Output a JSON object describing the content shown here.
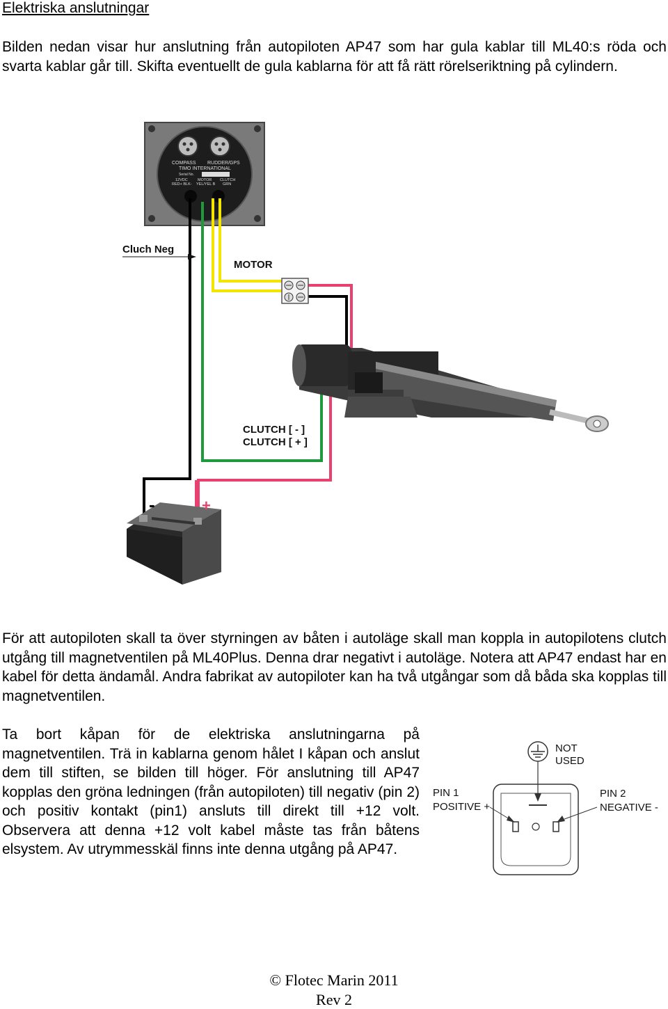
{
  "heading": "Elektriska anslutningar",
  "intro": "Bilden nedan visar hur anslutning från autopiloten AP47 som har gula kablar till ML40:s röda och svarta kablar går till. Skifta eventuellt de gula kablarna för att få rätt rörelseriktning på cylindern.",
  "wiring_diagram": {
    "panel_lines": [
      "COMPASS",
      "RUDDER/GPS",
      "TIMO INTERNATIONAL",
      "Serial No.",
      "12VDC",
      "RED+ BLK-",
      "MOTOR",
      "YEL/YEL B",
      "CLUTCH",
      "GRN"
    ],
    "cluch_neg_label": "Cluch Neg",
    "motor_label": "MOTOR",
    "clutch_minus_label": "CLUTCH [ - ]",
    "clutch_plus_label": "CLUTCH [ + ]",
    "battery_minus": "-",
    "battery_plus": "+",
    "wire_colors": {
      "black": "#000000",
      "green": "#1e9a3c",
      "yellow": "#f2e600",
      "red": "#e8416f"
    }
  },
  "clutch_paragraph": "För att autopiloten skall ta över styrningen av båten i autoläge skall man koppla in autopilotens clutch utgång till magnetventilen på ML40Plus. Denna drar negativt i autoläge. Notera att AP47 endast har en kabel för detta ändamål. Andra fabrikat av autopiloter kan ha två utgångar som då båda ska kopplas till magnetventilen.",
  "cover_paragraph": "Ta bort kåpan för de elektriska anslutningarna på magnetventilen. Trä in kablarna genom hålet I kåpan och anslut dem till stiften, se bilden till höger. För anslutning till AP47 kopplas den gröna ledningen (från autopiloten) till negativ (pin 2) och positiv kontakt (pin1) ansluts till direkt till +12 volt. Observera att denna +12 volt kabel måste tas från båtens elsystem. Av utrymmesskäl finns inte denna utgång på AP47.",
  "pin_diagram": {
    "not_used_line1": "NOT",
    "not_used_line2": "USED",
    "pin1_line1": "PIN 1",
    "pin1_line2": "POSITIVE +",
    "pin2_line1": "PIN 2",
    "pin2_line2": "NEGATIVE -"
  },
  "footer": {
    "copyright": "© Flotec Marin 2011",
    "revision": "Rev 2"
  }
}
